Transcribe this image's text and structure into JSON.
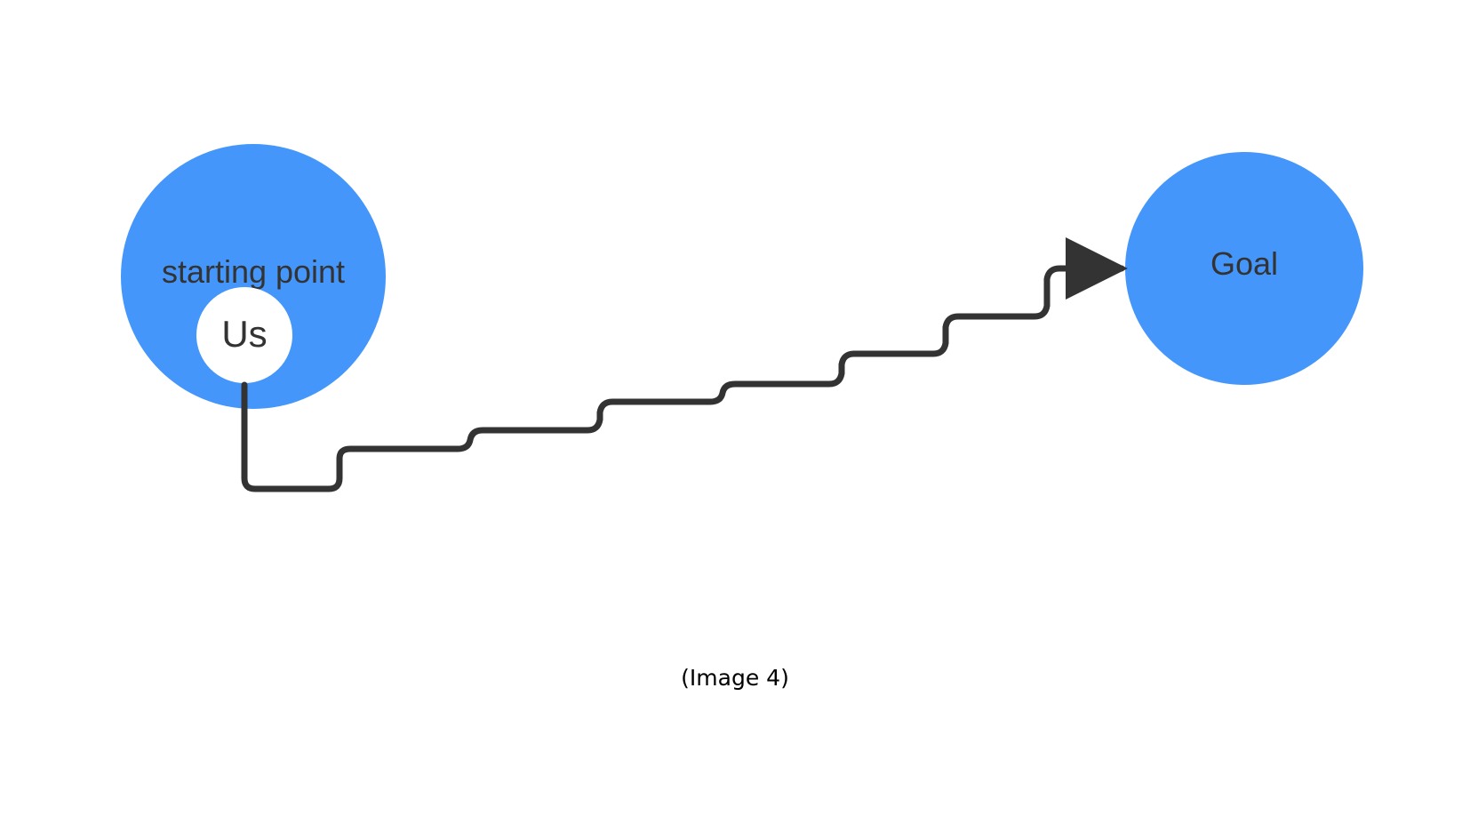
{
  "diagram": {
    "nodes": {
      "start": {
        "label": "starting point"
      },
      "us": {
        "label": "Us"
      },
      "goal": {
        "label": "Goal"
      }
    },
    "connector": {
      "from": "us",
      "to": "goal",
      "style": "stepped-arrow"
    },
    "caption": "(Image 4)",
    "colors": {
      "node_fill": "#4496fb",
      "inner_node_fill": "#ffffff",
      "connector": "#333333",
      "label_text": "#333333"
    }
  }
}
